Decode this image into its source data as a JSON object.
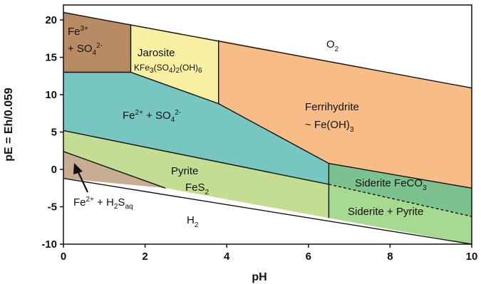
{
  "chart_data": {
    "type": "diagram",
    "xlabel": "pH",
    "ylabel": "pE = Eh/0.059",
    "xlim": [
      0,
      10
    ],
    "ylim": [
      -10,
      22
    ],
    "x_ticks": [
      "0",
      "2",
      "4",
      "6",
      "8",
      "10"
    ],
    "y_ticks": [
      "20",
      "15",
      "10",
      "5",
      "0",
      "-5",
      "-10"
    ],
    "colors": {
      "fe3_sulfate": "#b88b65",
      "jarosite": "#f7f0a3",
      "ferrihydrite": "#f8bc87",
      "fe2_sulfate": "#78c6c2",
      "pyrite": "#c3dd93",
      "fe2_h2s": "#c8ad93",
      "siderite": "#7bc28f",
      "siderite_pyrite": "#a8d990",
      "o2_h2": "#ffffff"
    },
    "regions": [
      {
        "id": "fe3_sulfate",
        "color": "fe3_sulfate",
        "polygon": [
          [
            0,
            21
          ],
          [
            1.65,
            19.4
          ],
          [
            1.65,
            13
          ],
          [
            0,
            13
          ]
        ]
      },
      {
        "id": "jarosite",
        "color": "jarosite",
        "polygon": [
          [
            1.65,
            19.4
          ],
          [
            3.8,
            17.3
          ],
          [
            3.8,
            8.8
          ],
          [
            1.65,
            13
          ]
        ]
      },
      {
        "id": "ferrihydrite",
        "color": "ferrihydrite",
        "polygon": [
          [
            3.8,
            17.3
          ],
          [
            10,
            10.9
          ],
          [
            10,
            -2.5
          ],
          [
            6.5,
            0.8
          ],
          [
            3.8,
            8.8
          ]
        ]
      },
      {
        "id": "fe2_sulfate",
        "color": "fe2_sulfate",
        "polygon": [
          [
            0,
            13
          ],
          [
            1.65,
            13
          ],
          [
            3.8,
            8.8
          ],
          [
            6.5,
            0.8
          ],
          [
            6.5,
            -2
          ],
          [
            0,
            5.2
          ]
        ]
      },
      {
        "id": "fe2_h2s",
        "color": "fe2_h2s",
        "polygon": [
          [
            0,
            2.4
          ],
          [
            2.5,
            -2.5
          ],
          [
            0,
            -1.2
          ]
        ]
      },
      {
        "id": "pyrite",
        "color": "pyrite",
        "polygon": [
          [
            0,
            5.2
          ],
          [
            6.5,
            -2
          ],
          [
            6.5,
            -6.5
          ],
          [
            2.5,
            -2.5
          ],
          [
            0,
            2.4
          ]
        ]
      },
      {
        "id": "siderite",
        "color": "siderite",
        "polygon": [
          [
            6.5,
            0.8
          ],
          [
            10,
            -2.5
          ],
          [
            10,
            -6.3
          ],
          [
            6.5,
            -2
          ]
        ]
      },
      {
        "id": "siderite_pyrite",
        "color": "siderite_pyrite",
        "polygon": [
          [
            6.5,
            -2
          ],
          [
            10,
            -6.3
          ],
          [
            10,
            -10
          ],
          [
            6.5,
            -6.5
          ]
        ]
      }
    ],
    "lines": [
      {
        "id": "o2-boundary",
        "points": [
          [
            0,
            21
          ],
          [
            10,
            10.9
          ]
        ],
        "style": "solid"
      },
      {
        "id": "h2-boundary",
        "points": [
          [
            0,
            -1.2
          ],
          [
            10,
            -10
          ]
        ],
        "style": "solid"
      },
      {
        "id": "fe3-fe2-boundary",
        "points": [
          [
            0,
            13
          ],
          [
            1.65,
            13
          ],
          [
            3.8,
            8.8
          ],
          [
            6.5,
            0.8
          ],
          [
            10,
            -2.5
          ]
        ],
        "style": "solid"
      },
      {
        "id": "fe3-jarosite-boundary",
        "points": [
          [
            1.65,
            19.4
          ],
          [
            1.65,
            13
          ]
        ],
        "style": "solid"
      },
      {
        "id": "jarosite-ferrihydrite-boundary",
        "points": [
          [
            3.8,
            17.3
          ],
          [
            3.8,
            8.8
          ]
        ],
        "style": "solid"
      },
      {
        "id": "sulfate-pyrite-boundary",
        "points": [
          [
            0,
            5.2
          ],
          [
            6.5,
            -2
          ]
        ],
        "style": "solid"
      },
      {
        "id": "siderite-vertical-boundary",
        "points": [
          [
            6.5,
            0.8
          ],
          [
            6.5,
            -6.5
          ]
        ],
        "style": "solid"
      },
      {
        "id": "fe2h2s-pyrite-boundary",
        "points": [
          [
            0,
            2.4
          ],
          [
            2.5,
            -2.5
          ]
        ],
        "style": "solid"
      },
      {
        "id": "siderite-pyrite-boundary",
        "points": [
          [
            6.5,
            -2
          ],
          [
            10,
            -6.3
          ]
        ],
        "style": "dashed"
      }
    ],
    "labels": {
      "o2": {
        "main": "O",
        "sub": "2",
        "x": 6.7,
        "y": 16.6
      },
      "h2": {
        "main": "H",
        "sub": "2",
        "x": 3.2,
        "y": -7.2
      },
      "fe3_sulfate": {
        "line1_main": "Fe",
        "line1_sup": "3+",
        "line2_main": "+ SO",
        "line2_sub": "4",
        "line2_sup": "2-",
        "x": 0.35
      },
      "jarosite": {
        "line1": "Jarosite",
        "line2": "KFe3(SO4)2(OH)6"
      },
      "ferrihydrite": {
        "line1": "Ferrihydrite",
        "line2": "~ Fe(OH)",
        "line2_sub": "3"
      },
      "fe2_sulfate": {
        "text": "Fe",
        "sup1": "2+",
        "mid": " + SO",
        "sub": "4",
        "sup2": "2-"
      },
      "pyrite": {
        "line1": "Pyrite",
        "line2": "FeS",
        "line2_sub": "2"
      },
      "siderite": {
        "text": "Siderite FeCO",
        "sub": "3"
      },
      "siderite_pyrite": {
        "text": "Siderite + Pyrite"
      },
      "fe2_h2s": {
        "text": "Fe",
        "sup": "2+",
        "mid": " + H",
        "sub1": "2",
        "tail": "S",
        "sub2": "aq"
      }
    }
  }
}
